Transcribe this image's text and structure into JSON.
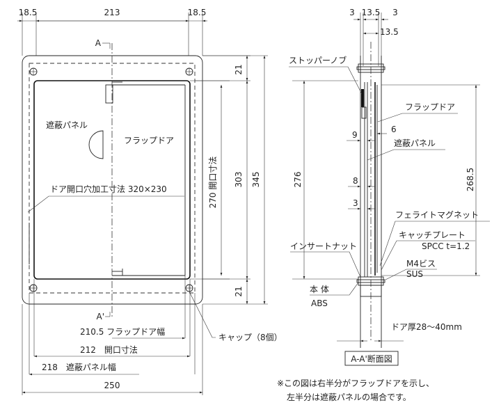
{
  "front_view": {
    "dim_top_left": "18.5",
    "dim_top_mid": "213",
    "dim_top_right": "18.5",
    "section_mark_top": "A",
    "section_mark_bottom": "A'",
    "label_shield_panel": "遮蔽パネル",
    "label_flap_door": "フラップドア",
    "label_door_hole": "ドア開口穴加工寸法 320×230",
    "dim_21_top": "21",
    "dim_21_bottom": "21",
    "dim_270_opening": "270 開口寸法",
    "dim_303": "303",
    "dim_345": "345",
    "dim_210_5": "210.5 フラップドア幅",
    "dim_212": "212　開口寸法",
    "dim_218": "218　遮蔽パネル幅",
    "dim_250": "250",
    "label_cap": "キャップ（8個）"
  },
  "section_view": {
    "dim_3_left": "3",
    "dim_13_5_top": "13.5",
    "dim_3_right": "3",
    "dim_13_5_lower": "13.5",
    "label_stopper_knob": "ストッパーノブ",
    "label_flap_door": "フラップドア",
    "dim_6": "6",
    "dim_9": "9",
    "label_shield_panel": "遮蔽パネル",
    "dim_276": "276",
    "dim_268_5": "268.5",
    "dim_8": "8",
    "dim_3_inner": "3",
    "label_ferrite_magnet": "フェライトマグネット",
    "label_catch_plate": "キャッチプレート",
    "label_catch_plate_material": "SPCC t=1.2",
    "label_insert_nut": "インサートナット",
    "label_m4_screw": "M4ビス",
    "label_m4_material": "SUS",
    "label_body": "本 体",
    "label_body_material": "ABS",
    "label_door_thickness": "ドア厚28～40mm",
    "section_caption": "A-A'断面図"
  },
  "note": {
    "line1": "※この図は右半分がフラップドアを示し、",
    "line2": "左半分は遮蔽パネルの場合です。"
  }
}
